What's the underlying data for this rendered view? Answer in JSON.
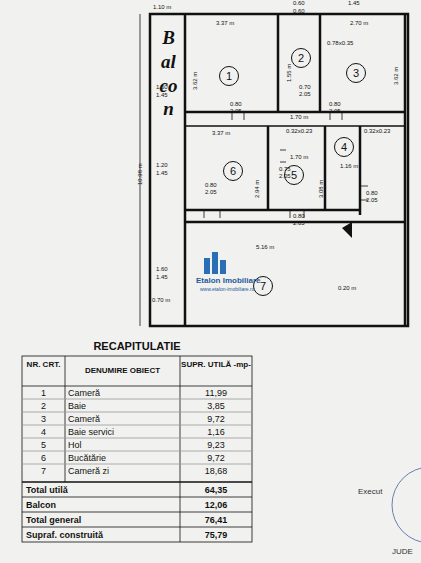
{
  "diagram": {
    "nodes": [
      {
        "text": [
          "1"
        ]
      },
      {
        "text": [
          "2"
        ]
      },
      {
        "text": [
          "3"
        ]
      },
      {
        "text": [
          "4"
        ]
      },
      {
        "text": [
          "5"
        ]
      },
      {
        "text": [
          "6"
        ]
      },
      {
        "text": [
          "7"
        ]
      }
    ],
    "labels": [
      "Balcon",
      "1.10 m",
      "0.60",
      "0.60",
      "1.45",
      "3.37 m",
      "3.62 m",
      "2.70 m",
      "0.78x0.35",
      "3.62 m",
      "1.55 m",
      "0.70",
      "2.05",
      "1.60",
      "1.45",
      "0.80",
      "2.05",
      "0.80",
      "2.05",
      "10.98 m",
      "1.70 m",
      "0.32x0.23",
      "0.32x0.23",
      "3.37 m",
      "1.70 m",
      "1.20",
      "1.45",
      "0.80",
      "2.05",
      "0.75",
      "2.05",
      "2.94 m",
      "3.08 m",
      "1.16 m",
      "0.80",
      "2.05",
      "0.80",
      "2.05",
      "5.16 m",
      "1.60",
      "1.45",
      "0.20 m",
      "0.70 m",
      "Etalon Imobiliare",
      "www.etalon-imobiliare.ro",
      "RECAPITULATIE",
      "NR. CRT.",
      "DENUMIRE OBIECT",
      "SUPR. UTILĂ -mp-",
      "1",
      "Cameră",
      "11,99",
      "2",
      "Baie",
      "3,85",
      "3",
      "Cameră",
      "9,72",
      "4",
      "Baie servici",
      "1,16",
      "5",
      "Hol",
      "9,23",
      "6",
      "Bucătărie",
      "9,72",
      "7",
      "Cameră zi",
      "18,68",
      "Total utilă",
      "64,35",
      "Balcon",
      "12,06",
      "Total general",
      "76,41",
      "Suprаf. construită",
      "75,79",
      "Execut",
      "JUDE"
    ]
  }
}
